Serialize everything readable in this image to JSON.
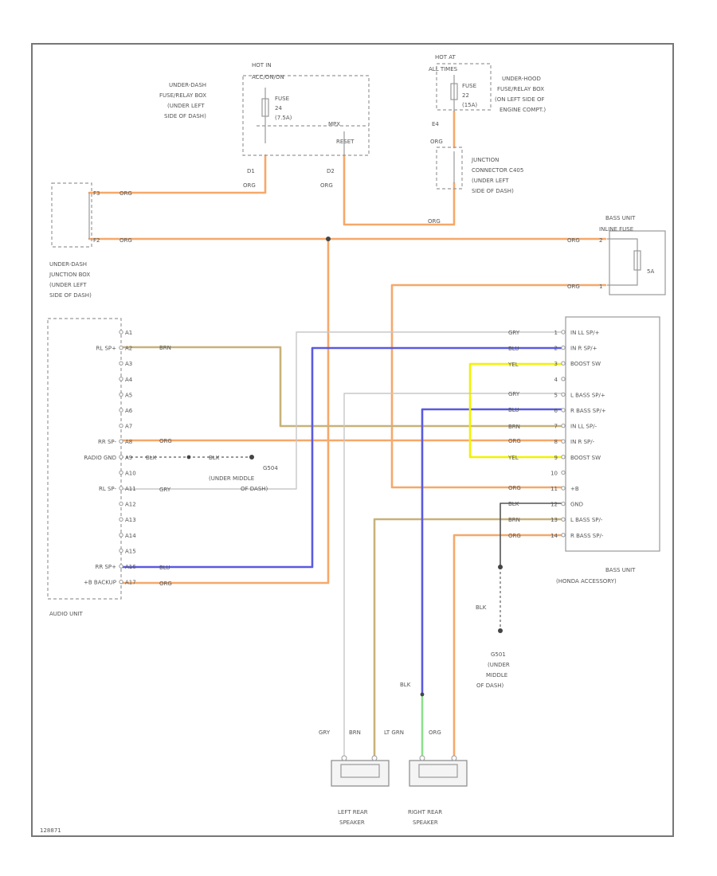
{
  "fuse_box_1": {
    "hot_in_line1": "HOT IN",
    "hot_in_line2": "ACC/ON/ON",
    "label": [
      "UNDER-DASH",
      "FUSE/RELAY BOX",
      "(UNDER LEFT",
      "SIDE OF DASH)"
    ],
    "fuse_name": "FUSE",
    "fuse_num": "24",
    "fuse_amp": "(7.5A)",
    "conn_left": "D1",
    "conn_right": "D2",
    "mark1": "MPX",
    "mark2": "RESET"
  },
  "fuse_box_2": {
    "hot_at_line1": "HOT AT",
    "hot_at_line2": "ALL TIMES",
    "fuse_name": "FUSE",
    "fuse_num": "22",
    "fuse_amp": "(15A)",
    "label": [
      "UNDER-HOOD",
      "FUSE/RELAY BOX",
      "(ON LEFT SIDE OF",
      "ENGINE COMPT.)"
    ],
    "conn": "E4"
  },
  "junction_connector": {
    "label": [
      "JUNCTION",
      "CONNECTOR C405",
      "(UNDER LEFT",
      "SIDE OF DASH)"
    ]
  },
  "under_dash_jb": {
    "label": [
      "UNDER-DASH",
      "JUNCTION BOX",
      "(UNDER LEFT",
      "SIDE OF DASH)"
    ],
    "pin1": "F3",
    "pin2": "F2"
  },
  "wire_labels": {
    "org": "ORG",
    "brn": "BRN",
    "blu": "BLU",
    "yel": "YEL",
    "gry": "GRY",
    "blk": "BLK",
    "lt_grn": "LT GRN"
  },
  "audio_unit": {
    "title": "AUDIO UNIT",
    "pins": [
      "A1",
      "A2",
      "A3",
      "A4",
      "A5",
      "A6",
      "A7",
      "A8",
      "A9",
      "A10",
      "A11",
      "A12",
      "A13",
      "A14",
      "A15",
      "A16",
      "A17"
    ],
    "labels": [
      {
        "pin": "A2",
        "text": "RL SP+"
      },
      {
        "pin": "A8",
        "text": "RR SP-"
      },
      {
        "pin": "A9",
        "text": "RADIO GND"
      },
      {
        "pin": "A11",
        "text": "RL SP-"
      },
      {
        "pin": "A16",
        "text": "RR SP+"
      },
      {
        "pin": "A17",
        "text": "+B BACKUP"
      }
    ]
  },
  "ground_g504": {
    "name": "G504",
    "label": [
      "(UNDER MIDDLE",
      "OF DASH)"
    ]
  },
  "bass_fuse": {
    "title": "BASS UNIT",
    "subtitle": "INLINE FUSE",
    "amp": "5A",
    "pin1": "2",
    "pin2": "1"
  },
  "bass_unit": {
    "title": "BASS UNIT",
    "subtitle": "(HONDA ACCESSORY)",
    "rows": [
      {
        "pin": "1",
        "text": "IN LL SP/+"
      },
      {
        "pin": "2",
        "text": "IN R SP/+"
      },
      {
        "pin": "3",
        "text": "BOOST SW"
      },
      {
        "pin": "4",
        "text": ""
      },
      {
        "pin": "5",
        "text": "L BASS SP/+"
      },
      {
        "pin": "6",
        "text": "R BASS SP/+"
      },
      {
        "pin": "7",
        "text": "IN LL SP/-"
      },
      {
        "pin": "8",
        "text": "IN R SP/-"
      },
      {
        "pin": "9",
        "text": "BOOST SW"
      },
      {
        "pin": "10",
        "text": ""
      },
      {
        "pin": "11",
        "text": "+B"
      },
      {
        "pin": "12",
        "text": "GND"
      },
      {
        "pin": "13",
        "text": "L BASS SP/-"
      },
      {
        "pin": "14",
        "text": "R BASS SP/-"
      }
    ]
  },
  "ground_g501": {
    "name": "G501",
    "label": [
      "(UNDER",
      "MIDDLE",
      "OF DASH)"
    ]
  },
  "left_speaker": {
    "label": [
      "LEFT REAR",
      "SPEAKER"
    ]
  },
  "right_speaker": {
    "label": [
      "RIGHT REAR",
      "SPEAKER"
    ]
  },
  "footer_code": "128871"
}
